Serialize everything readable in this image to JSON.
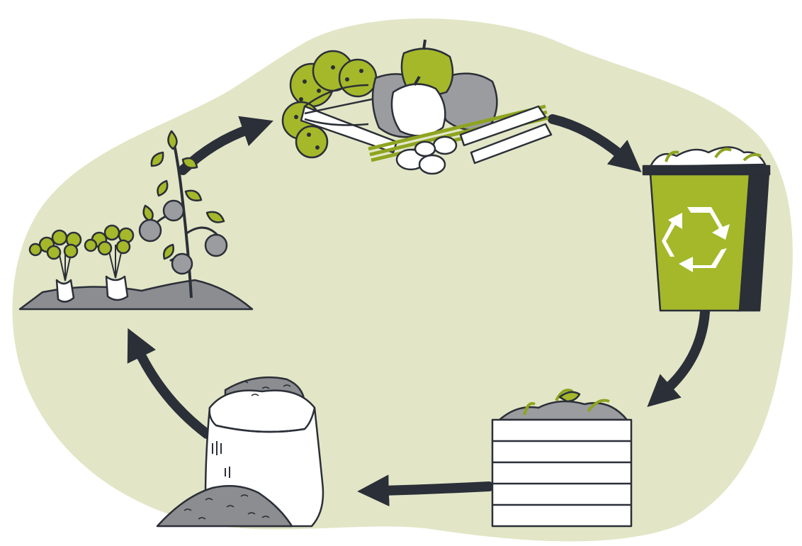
{
  "diagram": {
    "type": "cycle",
    "stages": [
      {
        "id": "harvest",
        "icon": "vegetables-icon"
      },
      {
        "id": "waste",
        "icon": "recycle-bin-icon"
      },
      {
        "id": "compost",
        "icon": "compost-bin-icon"
      },
      {
        "id": "fertilizer",
        "icon": "fertilizer-sack-icon"
      },
      {
        "id": "growing",
        "icon": "plants-growing-icon"
      }
    ],
    "flow": [
      "harvest",
      "waste",
      "compost",
      "fertilizer",
      "growing",
      "harvest"
    ]
  },
  "colors": {
    "background_blob": "#e2e6c6",
    "accent_green": "#a4b82a",
    "dark_green": "#8ea420",
    "arrow": "#2b2f38",
    "outline": "#2b2f38",
    "gray": "#9a9ca0",
    "soil": "#8c8d90",
    "white": "#ffffff"
  }
}
